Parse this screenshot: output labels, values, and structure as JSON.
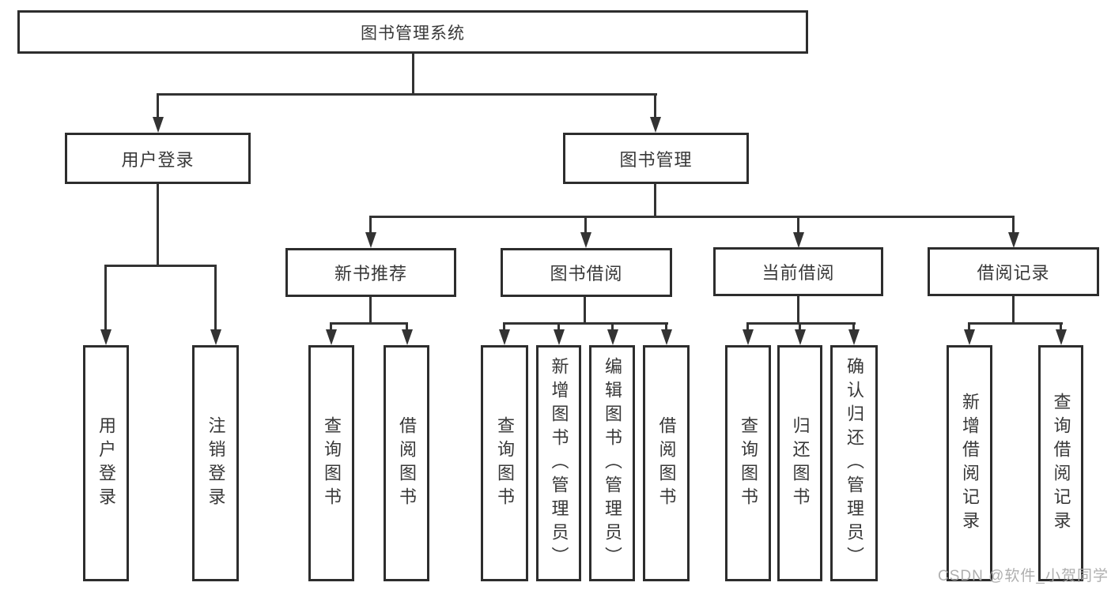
{
  "tree": {
    "label": "图书管理系统",
    "children": [
      {
        "label": "用户登录",
        "children": [
          {
            "label": "用户登录"
          },
          {
            "label": "注销登录"
          }
        ]
      },
      {
        "label": "图书管理",
        "children": [
          {
            "label": "新书推荐",
            "children": [
              {
                "label": "查询图书"
              },
              {
                "label": "借阅图书"
              }
            ]
          },
          {
            "label": "图书借阅",
            "children": [
              {
                "label": "查询图书"
              },
              {
                "label": "新增图书（管理员）"
              },
              {
                "label": "编辑图书（管理员）"
              },
              {
                "label": "借阅图书"
              }
            ]
          },
          {
            "label": "当前借阅",
            "children": [
              {
                "label": "查询图书"
              },
              {
                "label": "归还图书"
              },
              {
                "label": "确认归还（管理员）"
              }
            ]
          },
          {
            "label": "借阅记录",
            "children": [
              {
                "label": "新增借阅记录"
              },
              {
                "label": "查询借阅记录"
              }
            ]
          }
        ]
      }
    ]
  },
  "watermark": {
    "text": "CSDN @软件_小贺同学"
  },
  "colors": {
    "line": "#333333",
    "box_border": "#2d2d2d",
    "text": "#383838",
    "watermark": "#a8a8a8",
    "background": "#ffffff"
  }
}
